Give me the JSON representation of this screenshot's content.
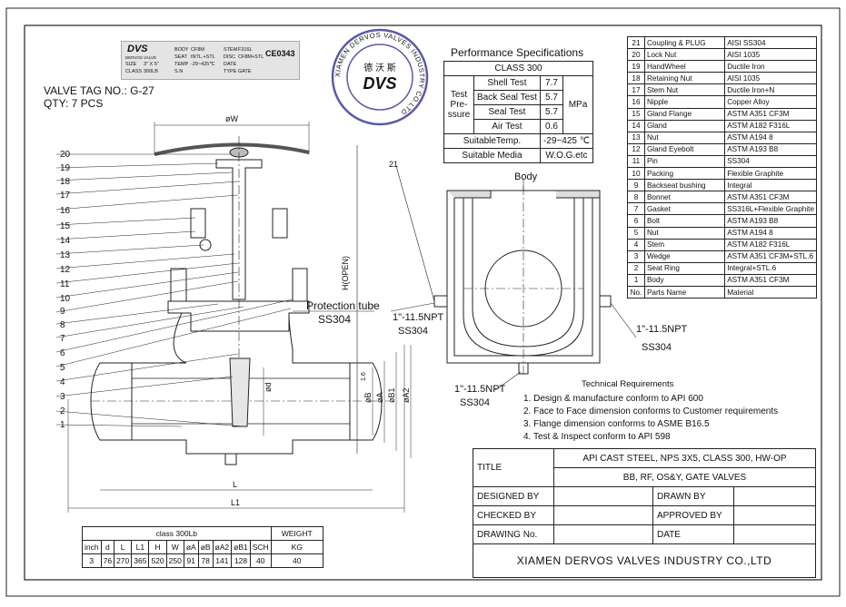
{
  "tag": {
    "line1": "VALVE TAG NO.: G-27",
    "line2": "QTY: 7 PCS"
  },
  "nameplate": {
    "brand": "DVS",
    "brand_sub": "DERVOS VALVE",
    "ce": "CE0343",
    "rows": [
      [
        "BODY",
        "CF8M",
        "STEM",
        "F316L"
      ],
      [
        "SEAT",
        "INTL.+STL",
        "DISC",
        "CF8M+STL"
      ],
      [
        "TEMP",
        "-29~425℃",
        "DATE",
        ""
      ],
      [
        "S.N",
        "",
        "TYPE",
        "GATE"
      ]
    ],
    "size_label": "SIZE",
    "size_value": "3\" X 5\"",
    "class_label": "CLASS",
    "class_value": "300LB"
  },
  "stamp": {
    "ring_text": "XIAMEN DERVOS VALVES INDUSTRY CO.LTD",
    "center_top": "德 沃 斯",
    "logo": "DVS"
  },
  "performance": {
    "title": "Performance Specifications",
    "class": "CLASS 300",
    "test_label": "Test Pre- ssure",
    "unit": "MPa",
    "rows": [
      {
        "name": "Shell Test",
        "value": "7.7"
      },
      {
        "name": "Back Seal Test",
        "value": "5.7"
      },
      {
        "name": "Seal Test",
        "value": "5.7"
      },
      {
        "name": "Air Test",
        "value": "0.6"
      }
    ],
    "temp_label": "SuitableTemp.",
    "temp_value": "-29~425 ℃",
    "media_label": "Suitable Media",
    "media_value": "W.O.G.etc"
  },
  "parts": [
    {
      "no": "21",
      "name": "Coupling & PLUG",
      "material": "AISI SS304"
    },
    {
      "no": "20",
      "name": "Lock Nut",
      "material": "AISI 1035"
    },
    {
      "no": "19",
      "name": "HandWheel",
      "material": "Ductile Iron"
    },
    {
      "no": "18",
      "name": "Retaining Nut",
      "material": "AISI 1035"
    },
    {
      "no": "17",
      "name": "Stem Nut",
      "material": "Ductile Iron+N"
    },
    {
      "no": "16",
      "name": "Nipple",
      "material": "Copper Alloy"
    },
    {
      "no": "15",
      "name": "Gland Flange",
      "material": "ASTM A351 CF3M"
    },
    {
      "no": "14",
      "name": "Gland",
      "material": "ASTM A182 F316L"
    },
    {
      "no": "13",
      "name": "Nut",
      "material": "ASTM A194 8"
    },
    {
      "no": "12",
      "name": "Gland Eyebolt",
      "material": "ASTM A193 B8"
    },
    {
      "no": "11",
      "name": "Pin",
      "material": "SS304"
    },
    {
      "no": "10",
      "name": "Packing",
      "material": "Flexible Graphite"
    },
    {
      "no": "9",
      "name": "Backseat bushing",
      "material": "Integral"
    },
    {
      "no": "8",
      "name": "Bonnet",
      "material": "ASTM A351 CF3M"
    },
    {
      "no": "7",
      "name": "Gasket",
      "material": "SS316L+Flexible Graphite"
    },
    {
      "no": "6",
      "name": "Bolt",
      "material": "ASTM A193 B8"
    },
    {
      "no": "5",
      "name": "Nut",
      "material": "ASTM A194 8"
    },
    {
      "no": "4",
      "name": "Stem",
      "material": "ASTM A182 F316L"
    },
    {
      "no": "3",
      "name": "Wedge",
      "material": "ASTM A351 CF3M+STL.6"
    },
    {
      "no": "2",
      "name": "Seat Ring",
      "material": "Integral+STL.6"
    },
    {
      "no": "1",
      "name": "Body",
      "material": "ASTM A351 CF3M"
    },
    {
      "no": "No.",
      "name": "Parts Name",
      "material": "Material"
    }
  ],
  "drawing": {
    "callouts": [
      "20",
      "19",
      "18",
      "17",
      "16",
      "15",
      "14",
      "13",
      "12",
      "11",
      "10",
      "9",
      "8",
      "7",
      "6",
      "5",
      "4",
      "3",
      "2",
      "1"
    ],
    "dim_W": "øW",
    "dim_H": "H(OPEN)",
    "dim_L": "L",
    "dim_L1": "L1",
    "dim_d": "ød",
    "dims_right": [
      "øB",
      "øA",
      "øB1",
      "øA2"
    ],
    "dim_small": "1.6",
    "protection_tube": "Protection tube",
    "protection_material": "SS304",
    "npt_left": "1\"-11.5NPT",
    "npt_left_mat": "SS304",
    "body_label": "Body",
    "plug_no": "21",
    "npt_right": "1\"-11.5NPT",
    "npt_right_mat": "SS304",
    "npt_bottom": "1\"-11.5NPT",
    "npt_bottom_mat": "SS304"
  },
  "dims_table": {
    "header": "class 300Lb",
    "weight_header": "WEIGHT",
    "columns": [
      "inch",
      "d",
      "L",
      "L1",
      "H",
      "W",
      "øA",
      "øB",
      "øA2",
      "øB1",
      "SCH",
      "KG"
    ],
    "values": [
      "3",
      "76",
      "270",
      "365",
      "520",
      "250",
      "91",
      "78",
      "141",
      "128",
      "40",
      "40"
    ]
  },
  "tech": {
    "title": "Technical Requirements",
    "items": [
      "1. Design & manufacture conform to API 600",
      "2. Face to Face dimension conforms to Customer requirements",
      "3. Flange dimension conforms to ASME B16.5",
      "4. Test & Inspect conform to API 598"
    ]
  },
  "title_block": {
    "title_label": "TITLE",
    "title_line1": "API CAST STEEL, NPS 3X5, CLASS 300, HW-OP",
    "title_line2": "BB, RF, OS&Y, GATE VALVES",
    "designed": "DESIGNED BY",
    "drawn": "DRAWN BY",
    "checked": "CHECKED BY",
    "approved": "APPROVED BY",
    "drawing_no": "DRAWING No.",
    "date": "DATE",
    "company": "XIAMEN DERVOS VALVES INDUSTRY CO.,LTD"
  }
}
